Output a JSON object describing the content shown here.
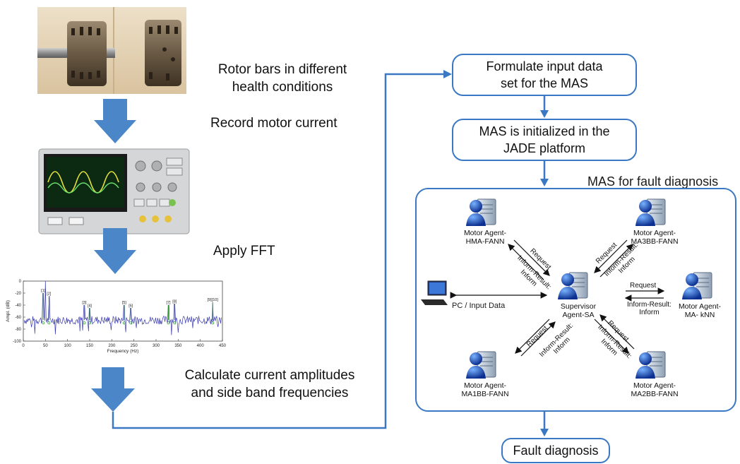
{
  "colors": {
    "flow_blue": "#3b78c4",
    "arrow_fill": "#4a86c8",
    "signal_blue": "#3a3ab0",
    "signal_green": "#2f9e2f"
  },
  "left": {
    "photo_icon": "rotor-bars-photo",
    "scope_icon": "oscilloscope-photo",
    "caption_rotor": "Rotor bars in different\nhealth conditions",
    "caption_record": "Record motor current",
    "caption_fft": "Apply FFT",
    "caption_calc": "Calculate current amplitudes\nand side band frequencies"
  },
  "flow": {
    "box1": "Formulate input data\nset for the MAS",
    "box2": "MAS is initialized in the\nJADE platform",
    "mas_title": "MAS for fault diagnosis",
    "fault": "Fault diagnosis"
  },
  "mas": {
    "pc_label": "PC / Input Data",
    "supervisor": "Supervisor\nAgent-SA",
    "agents": {
      "hma": "Motor Agent-\nHMA-FANN",
      "ma3bb": "Motor Agent-\nMA3BB-FANN",
      "knn": "Motor Agent-\nMA- kNN",
      "ma1bb": "Motor Agent-\nMA1BB-FANN",
      "ma2bb": "Motor Agent-\nMA2BB-FANN"
    },
    "msg_request": "Request",
    "msg_inform_result": "Inform-Result:\nInform"
  },
  "chart_data": {
    "type": "line",
    "xlabel": "Frequency (Hz)",
    "ylabel": "Ampl. (dB)",
    "xlim": [
      0,
      450
    ],
    "ylim": [
      -100,
      0
    ],
    "xticks": [
      "0",
      "50",
      "100",
      "150",
      "200",
      "250",
      "300",
      "350",
      "400",
      "450"
    ],
    "yticks": [
      "0",
      "-20",
      "-40",
      "-60",
      "-80",
      "-100"
    ],
    "peaks": [
      {
        "label": "[1]",
        "x": 45,
        "y": -20
      },
      {
        "label": "[2]",
        "x": 58,
        "y": -25
      },
      {
        "label": "[3]",
        "x": 138,
        "y": -40
      },
      {
        "label": "[4]",
        "x": 150,
        "y": -45
      },
      {
        "label": "[5]",
        "x": 228,
        "y": -40
      },
      {
        "label": "[6]",
        "x": 243,
        "y": -45
      },
      {
        "label": "[7]",
        "x": 328,
        "y": -40
      },
      {
        "label": "[8]",
        "x": 342,
        "y": -38
      },
      {
        "label": "[9][10]",
        "x": 428,
        "y": -35
      }
    ],
    "fundamental": {
      "x": 50,
      "y": 0
    },
    "noise_floor": -65
  }
}
